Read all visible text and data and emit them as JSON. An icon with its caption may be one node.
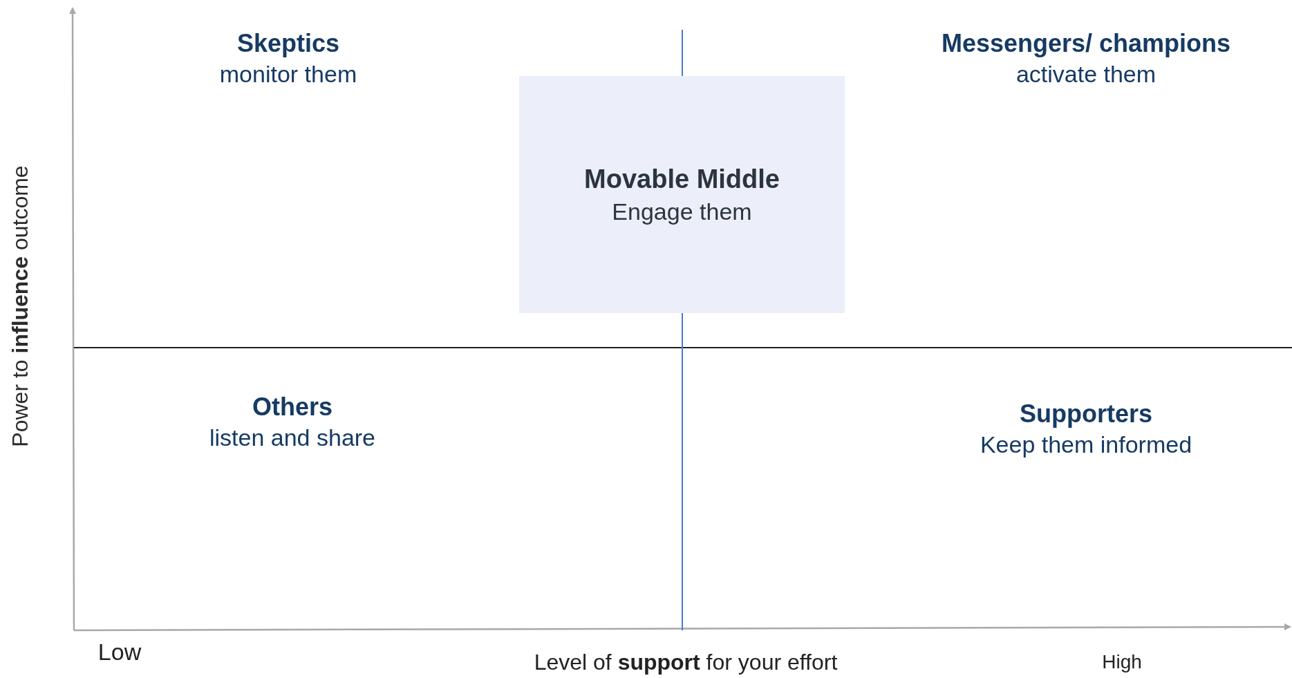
{
  "diagram": {
    "nodes": [
      {
        "text": [
          "Movable Middle",
          "Engage them"
        ]
      }
    ],
    "labels": [
      "Skeptics",
      "monitor them",
      "Messengers/ champions",
      "activate them",
      "Power to **influence** outcome",
      "Others",
      "listen and share",
      "Supporters",
      "Keep them informed",
      "Low",
      "Level of **support** for your effort",
      "High"
    ]
  }
}
